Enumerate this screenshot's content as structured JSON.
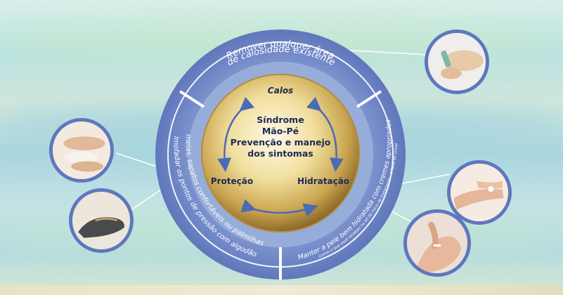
{
  "center": {
    "title_lines": [
      "Síndrome",
      "Mão-Pé",
      "Prevenção e manejo",
      "dos sintomas"
    ],
    "node_top": "Calos",
    "node_left": "Proteção",
    "node_right": "Hidratação"
  },
  "ring": {
    "top_line1": "Remover qualquer área",
    "top_line2": "de calosidade existente",
    "left_line1": "Almofadar os pontos de pressão com algodão,",
    "left_line2": "meias, sapatos confortáveis ou palmilhas",
    "right_line1": "Manter a pele bem hidratada com cremes apropriados",
    "right_line2": "(como o que você recebeu no kit de início de tratamento—à base de ureia)"
  },
  "photos": [
    {
      "subject": "foot-with-pumice"
    },
    {
      "subject": "feet-with-cotton"
    },
    {
      "subject": "slipper-shoe"
    },
    {
      "subject": "hand-with-cream"
    },
    {
      "subject": "foot-with-cream"
    }
  ],
  "colors": {
    "ring_outer": "#6f86c6",
    "ring_inner": "#8fa7dc",
    "gold": "#c9a44f",
    "arrow": "#4a6bb5"
  }
}
